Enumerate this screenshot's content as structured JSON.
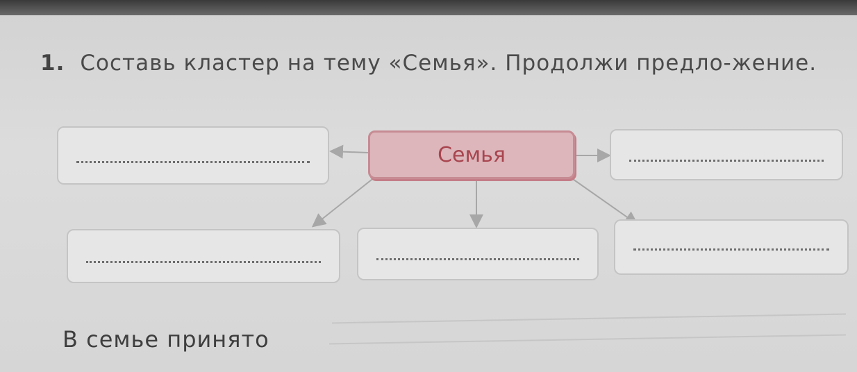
{
  "task": {
    "number": "1.",
    "text": "Составь кластер на тему «Семья». Продолжи предло-жение."
  },
  "cluster": {
    "center_label": "Семья"
  },
  "sentence": {
    "start": "В семье принято"
  }
}
